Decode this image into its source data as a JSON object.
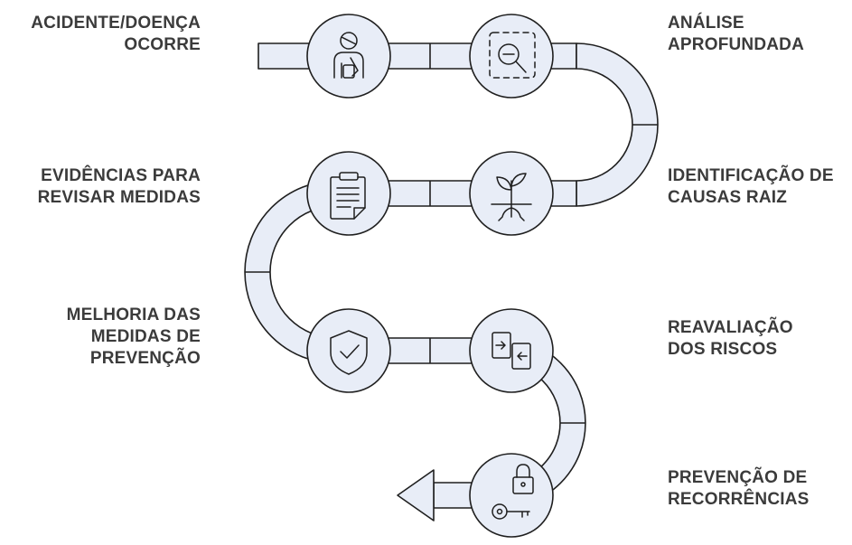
{
  "colors": {
    "path_fill": "#e8edf7",
    "stroke": "#1f1f1f",
    "text": "#3b3b3b"
  },
  "steps": [
    {
      "lines": [
        "ACIDENTE/DOENÇA",
        "OCORRE"
      ],
      "icon": "injured-person-icon"
    },
    {
      "lines": [
        "ANÁLISE",
        "APROFUNDADA"
      ],
      "icon": "zoom-analysis-icon"
    },
    {
      "lines": [
        "IDENTIFICAÇÃO DE",
        "CAUSAS RAIZ"
      ],
      "icon": "sprout-roots-icon"
    },
    {
      "lines": [
        "EVIDÊNCIAS PARA",
        "REVISAR MEDIDAS"
      ],
      "icon": "clipboard-icon"
    },
    {
      "lines": [
        "MELHORIA DAS",
        "MEDIDAS DE",
        "PREVENÇÃO"
      ],
      "icon": "shield-check-icon"
    },
    {
      "lines": [
        "REAVALIAÇÃO",
        "DOS RISCOS"
      ],
      "icon": "exchange-arrows-icon"
    },
    {
      "lines": [
        "PREVENÇÃO DE",
        "RECORRÊNCIAS"
      ],
      "icon": "lock-key-icon"
    }
  ]
}
